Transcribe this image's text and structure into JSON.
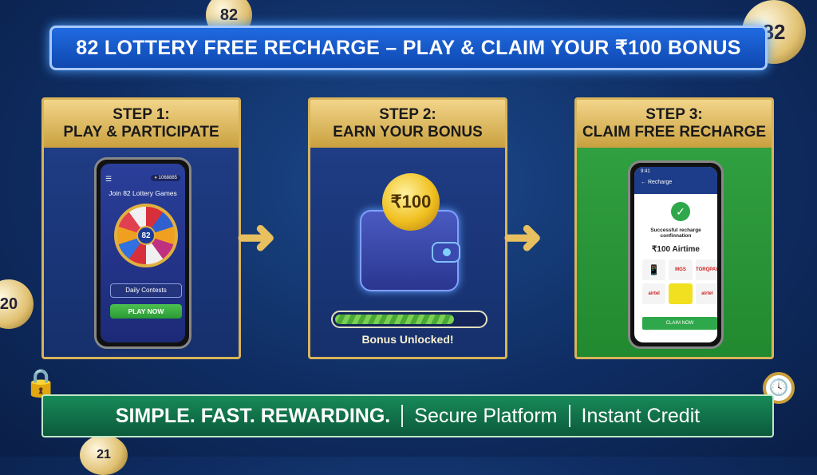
{
  "title": "82 LOTTERY FREE RECHARGE – PLAY & CLAIM YOUR ₹100 BONUS",
  "decor_ball_labels": [
    "82",
    "82",
    "20",
    "21"
  ],
  "steps": [
    {
      "line1": "STEP 1:",
      "line2": "PLAY & PARTICIPATE",
      "phone": {
        "balance": "1068885",
        "heading": "Join 82 Lottery Games",
        "wheel_center": "82",
        "secondary_button": "Daily Contests",
        "primary_button": "PLAY NOW"
      }
    },
    {
      "line1": "STEP 2:",
      "line2": "EARN YOUR BONUS",
      "coin": "₹100",
      "progress": 0.8,
      "status": "Bonus Unlocked!"
    },
    {
      "line1": "STEP 3:",
      "line2": "CLAIM FREE RECHARGE",
      "phone": {
        "time": "9:41",
        "screen_title": "Recharge",
        "message": "Successful recharge confinnation",
        "amount": "₹100 Airtime",
        "operators": [
          "phone",
          "MGS",
          "TORQPAY",
          "airtel",
          "yellow",
          "airtel"
        ],
        "button": "CLAIM NOW"
      }
    }
  ],
  "bottom": {
    "tagline": "SIMPLE. FAST. REWARDING.",
    "item1": "Secure Platform",
    "item2": "Instant Credit"
  },
  "colors": {
    "background": "#0f2d63",
    "title": "#1a5cd0",
    "gold": "#d8b45a",
    "green": "#2a9a3a",
    "button_green": "#3aa845"
  }
}
